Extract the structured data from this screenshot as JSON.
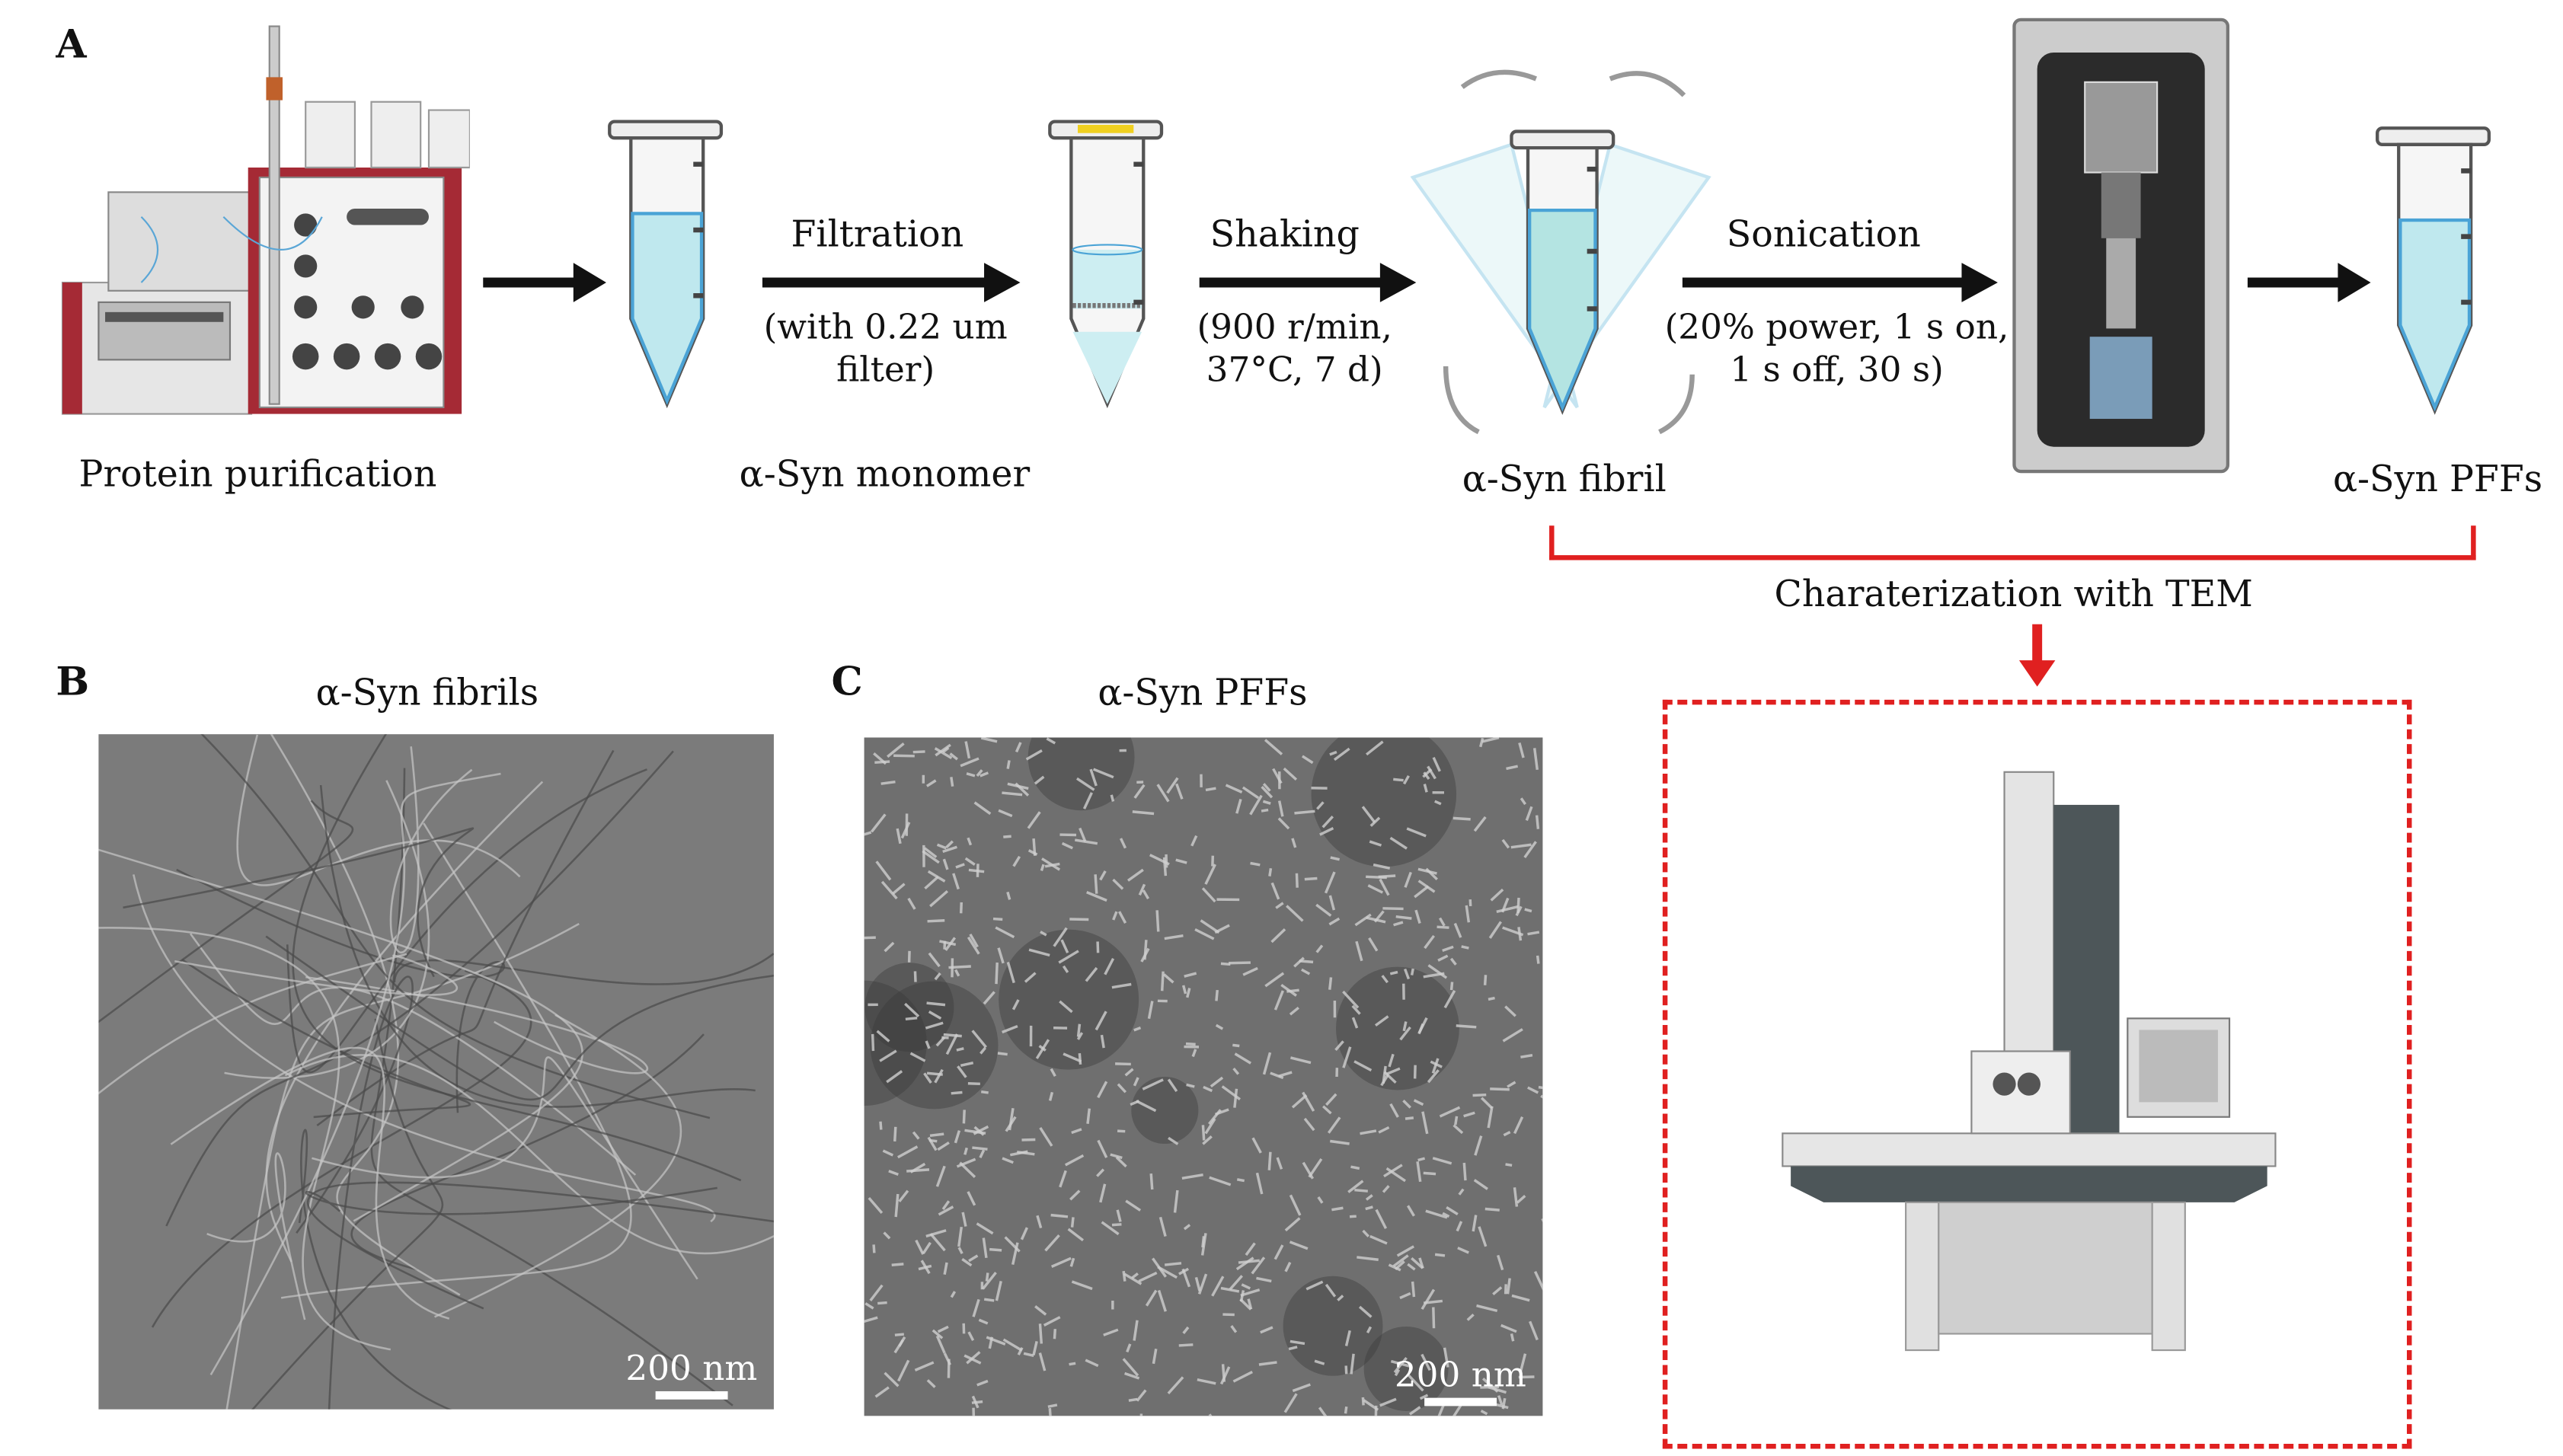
{
  "panels": {
    "a": {
      "letter": "A",
      "steps": [
        {
          "label": "Protein purification"
        },
        {
          "label": "α-Syn monomer"
        },
        {
          "label": "α-Syn fibril"
        },
        {
          "label": "α-Syn PFFs"
        }
      ],
      "arrows": [
        {
          "title": "Filtration",
          "condition_line1": "(with 0.22 um",
          "condition_line2": "filter)"
        },
        {
          "title": "Shaking",
          "condition_line1": "(900 r/min,",
          "condition_line2": "37°C, 7 d)"
        },
        {
          "title": "Sonication",
          "condition_line1": "(20% power, 1 s on,",
          "condition_line2": "1 s off, 30 s)"
        }
      ],
      "characterization": "Charaterization with TEM"
    },
    "b": {
      "letter": "B",
      "title": "α-Syn fibrils",
      "scale": "200 nm"
    },
    "c": {
      "letter": "C",
      "title": "α-Syn PFFs",
      "scale": "200 nm"
    }
  },
  "colors": {
    "accent_red": "#e02020",
    "liquid": "#bfe8ee",
    "instrument_red": "#a52a35"
  }
}
